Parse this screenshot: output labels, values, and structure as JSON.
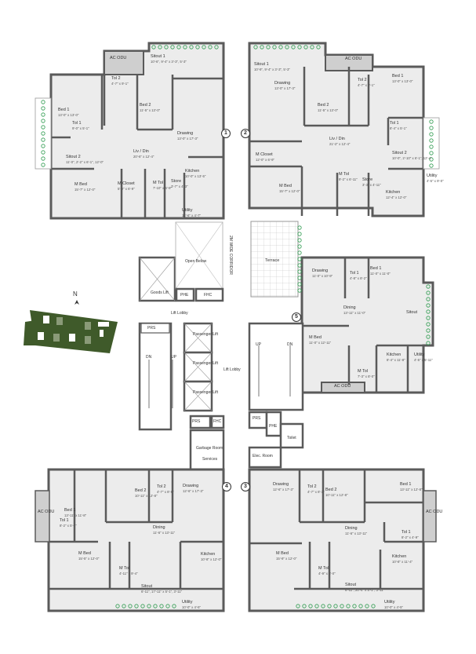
{
  "units": {
    "u1": {
      "number": "1",
      "rooms": [
        {
          "name": "Sitout 1",
          "dim": "10'-6\", 9'-4\" x 3'-3\", 5'-3\""
        },
        {
          "name": "AC ODU",
          "dim": ""
        },
        {
          "name": "Tol 2",
          "dim": "4'-7\" x 9'-1\""
        },
        {
          "name": "Bed 2",
          "dim": "11'-5\" x 13'-0\""
        },
        {
          "name": "Bed 1",
          "dim": "13'-0\" x 13'-0\""
        },
        {
          "name": "Tol 1",
          "dim": "9'-0\" x 5'-1\""
        },
        {
          "name": "Drawing",
          "dim": "13'-0\" x 17'-3\""
        },
        {
          "name": "Liv / Din",
          "dim": "20'-6\" x 12'-4\""
        },
        {
          "name": "Sitout 2",
          "dim": "11'-0\", 2'-2\" x 6'-1\", 12'-0\""
        },
        {
          "name": "Kitchen",
          "dim": "10'-0\" x 13'-5\""
        },
        {
          "name": "M Closet",
          "dim": "5'-0\" x 6'-9\""
        },
        {
          "name": "M Bed",
          "dim": "15'-7\" x 12'-0\""
        },
        {
          "name": "M Tol",
          "dim": "7'-10\" x 6'-9\""
        },
        {
          "name": "Store",
          "dim": "3'-7\" x 4'-3\""
        },
        {
          "name": "Utility",
          "dim": "12'-6\" x 4'-7\""
        }
      ]
    },
    "u2": {
      "number": "2",
      "rooms": [
        {
          "name": "Sitout 1",
          "dim": "10'-9\", 9'-4\" x 3'-3\", 5'-3\""
        },
        {
          "name": "AC ODU",
          "dim": ""
        },
        {
          "name": "Drawing",
          "dim": "13'-0\" x 17'-3\""
        },
        {
          "name": "Tol 2",
          "dim": "4'-7\" x 9'-1\""
        },
        {
          "name": "Bed 1",
          "dim": "13'-0\" x 13'-0\""
        },
        {
          "name": "Bed 2",
          "dim": "11'-5\" x 13'-0\""
        },
        {
          "name": "Tol 1",
          "dim": "8'-4\" x 5'-1\""
        },
        {
          "name": "Liv / Din",
          "dim": "21'-2\" x 12'-4\""
        },
        {
          "name": "Sitout 2",
          "dim": "10'-0\", 2'-10\" x 6'-1\", 12'-4\""
        },
        {
          "name": "M Closet",
          "dim": "12'-0\" x 6'-9\""
        },
        {
          "name": "Utility",
          "dim": "4'-5\" x 9'-0\""
        },
        {
          "name": "M Tol",
          "dim": "9'-2\" x 6'-11\""
        },
        {
          "name": "Store",
          "dim": "3'-3\" x 4'-11\""
        },
        {
          "name": "Kitchen",
          "dim": "12'-4\" x 12'-0\""
        },
        {
          "name": "M Bed",
          "dim": "15'-7\" x 12'-0\""
        }
      ]
    },
    "u5": {
      "number": "5",
      "rooms": [
        {
          "name": "Terrace",
          "dim": ""
        },
        {
          "name": "Drawing",
          "dim": "11'-0\" x 10'-9\""
        },
        {
          "name": "Tol 1",
          "dim": "4'-8\" x 8'-2\""
        },
        {
          "name": "Bed 1",
          "dim": "11'-0\" x 11'-0\""
        },
        {
          "name": "Dining",
          "dim": "13'-11\" x 11'-0\""
        },
        {
          "name": "Sitout",
          "dim": ""
        },
        {
          "name": "M Bed",
          "dim": "11'-0\" x 12'-11\""
        },
        {
          "name": "Kitchen",
          "dim": "8'-4\" x 11'-8\""
        },
        {
          "name": "Utility",
          "dim": "4'-5\" x 5'-11\""
        },
        {
          "name": "M Tol",
          "dim": "7'-3\" x 8'-0\""
        },
        {
          "name": "AC ODU",
          "dim": ""
        }
      ]
    },
    "u4": {
      "number": "4",
      "rooms": [
        {
          "name": "Bed 2",
          "dim": "10'-11\" x 12'-8\""
        },
        {
          "name": "Tol 2",
          "dim": "4'-7\" x 8'-6\""
        },
        {
          "name": "Drawing",
          "dim": "12'-6\" x 17'-3\""
        },
        {
          "name": "Bed 1",
          "dim": "13'-11\" x 11'-8\""
        },
        {
          "name": "Tol 1",
          "dim": "8'-2\" x 5'-0\""
        },
        {
          "name": "AC ODU",
          "dim": ""
        },
        {
          "name": "Dining",
          "dim": "11'-6\" x 13'-11\""
        },
        {
          "name": "M Bed",
          "dim": "15'-5\" x 12'-0\""
        },
        {
          "name": "Kitchen",
          "dim": "10'-8\" x 12'-0\""
        },
        {
          "name": "M Tol",
          "dim": "4'-11\" x 9'-4\""
        },
        {
          "name": "Sitout",
          "dim": "6'-11\", 17'-11\" x 5'-1\", 3'-11\""
        },
        {
          "name": "Utility",
          "dim": "10'-0\" x 4'-5\""
        }
      ]
    },
    "u3": {
      "number": "3",
      "rooms": [
        {
          "name": "Drawing",
          "dim": "12'-6\" x 17'-3\""
        },
        {
          "name": "Tol 2",
          "dim": "4'-7\" x 8'-3\""
        },
        {
          "name": "Bed 2",
          "dim": "10'-11\" x 12'-8\""
        },
        {
          "name": "Bed 1",
          "dim": "13'-11\" x 12'-8\""
        },
        {
          "name": "Tol 1",
          "dim": "8'-2\" x 4'-9\""
        },
        {
          "name": "AC ODU",
          "dim": ""
        },
        {
          "name": "Dining",
          "dim": "11'-6\" x 13'-11\""
        },
        {
          "name": "M Bed",
          "dim": "15'-9\" x 12'-0\""
        },
        {
          "name": "Kitchen",
          "dim": "10'-8\" x 11'-4\""
        },
        {
          "name": "M Tol",
          "dim": "4'-9\" x 8'-0\""
        },
        {
          "name": "Sitout",
          "dim": "6'-11\", 20'-4\" x 5'-1\", 3'-11\""
        },
        {
          "name": "Utility",
          "dim": "10'-0\" x 4'-5\""
        }
      ]
    }
  },
  "core": [
    "Open Below",
    "Goods Lift",
    "PHE",
    "FHC",
    "Lift Lobby",
    "PRS",
    "Passenger Lift",
    "Passenger Lift",
    "Passenger Lift",
    "DN",
    "UP",
    "Lift Lobby",
    "PRS",
    "FHC",
    "Garbage Room",
    "Services",
    "UP",
    "DN",
    "PRS",
    "PHE",
    "Toilet",
    "Elec. Room"
  ],
  "corridor_label": "2M WIDE CORRIDOR",
  "north_label": "N",
  "colors": {
    "wall": "#5a5a5a",
    "floor": "#ececec",
    "green": "#3f5a2a",
    "door": "#e07070",
    "plant": "#2e9b4f"
  }
}
